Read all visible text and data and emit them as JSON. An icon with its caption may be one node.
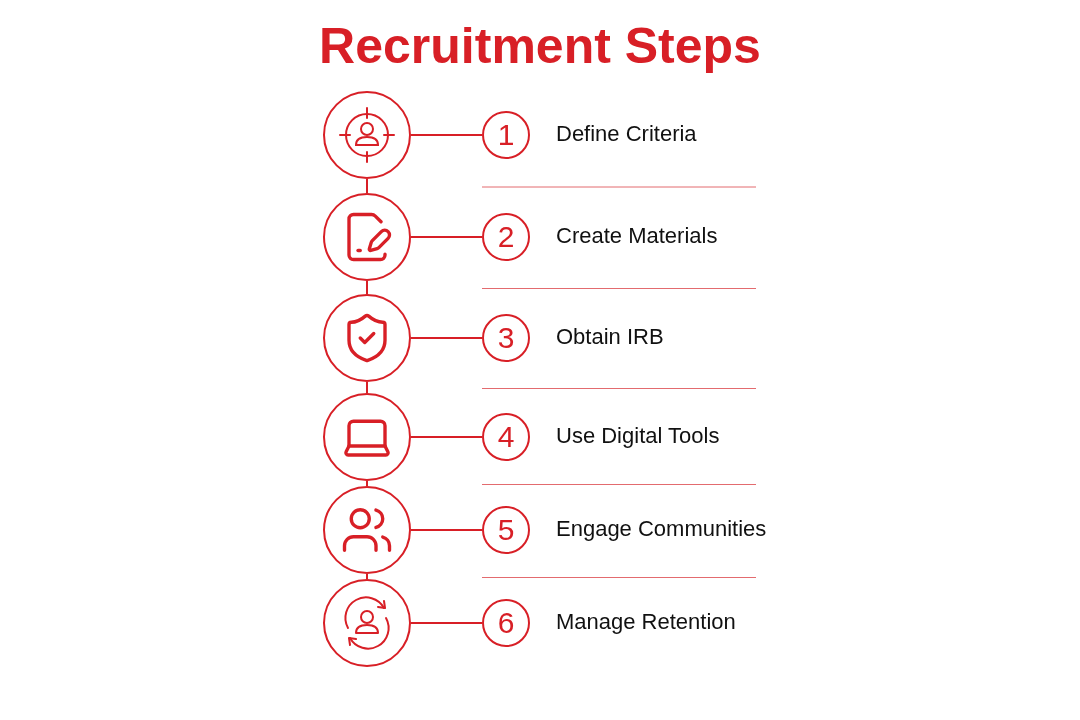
{
  "diagram": {
    "title": "Recruitment Steps",
    "nodes": [
      {
        "text": [],
        "shape": "circle"
      },
      {
        "text": [
          "1"
        ],
        "beside": [
          "Define Criteria"
        ]
      },
      {
        "text": [],
        "shape": "circle"
      },
      {
        "text": [
          "2"
        ],
        "beside": [
          "Create Materials"
        ]
      },
      {
        "text": [],
        "shape": "circle"
      },
      {
        "text": [
          "3"
        ],
        "beside": [
          "Obtain IRB"
        ]
      },
      {
        "text": [],
        "shape": "circle"
      },
      {
        "text": [
          "4"
        ],
        "beside": [
          "Use Digital Tools"
        ]
      },
      {
        "text": [],
        "shape": "circle"
      },
      {
        "text": [
          "5"
        ],
        "beside": [
          "Engage Communities"
        ]
      },
      {
        "text": [],
        "shape": "circle"
      },
      {
        "text": [
          "6"
        ],
        "beside": [
          "Manage Retention"
        ]
      }
    ],
    "edges": [
      {
        "from": 0,
        "to": 1,
        "arrow": "none"
      },
      {
        "from": 0,
        "to": 2,
        "arrow": "none"
      },
      {
        "from": 2,
        "to": 3,
        "arrow": "none"
      },
      {
        "from": 2,
        "to": 4,
        "arrow": "none"
      },
      {
        "from": 4,
        "to": 5,
        "arrow": "none"
      },
      {
        "from": 4,
        "to": 6,
        "arrow": "none"
      },
      {
        "from": 6,
        "to": 7,
        "arrow": "none"
      },
      {
        "from": 6,
        "to": 8,
        "arrow": "none"
      },
      {
        "from": 8,
        "to": 9,
        "arrow": "none"
      },
      {
        "from": 8,
        "to": 10,
        "arrow": "none"
      },
      {
        "from": 10,
        "to": 11,
        "arrow": "none"
      }
    ]
  }
}
